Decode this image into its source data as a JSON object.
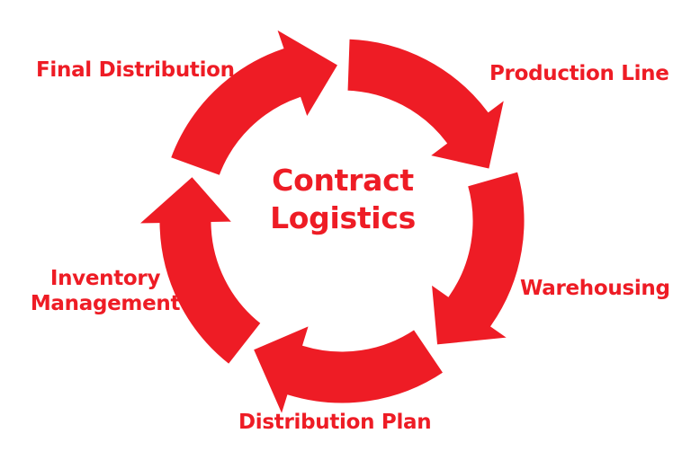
{
  "diagram": {
    "type": "cycle",
    "accent_color": "#ee1c25",
    "center": {
      "line1": "Contract",
      "line2": "Logistics"
    },
    "stages": [
      {
        "label": "Production Line"
      },
      {
        "label": "Warehousing"
      },
      {
        "label": "Distribution Plan"
      },
      {
        "label_line1": "Inventory",
        "label_line2": "Management"
      },
      {
        "label": "Final Distribution"
      }
    ]
  }
}
